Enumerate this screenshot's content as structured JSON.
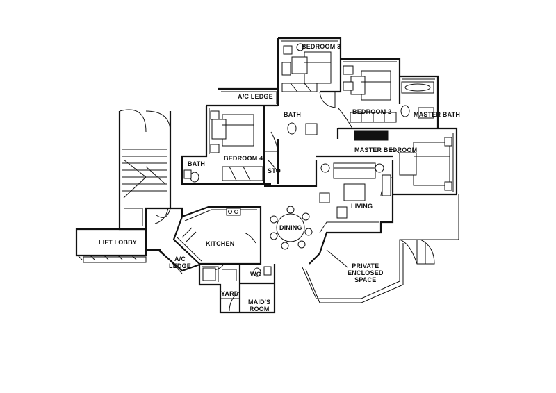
{
  "plan": {
    "rooms": {
      "bedroom3": "BEDROOM 3",
      "bedroom2": "BEDROOM 2",
      "master_bath": "MASTER BATH",
      "ac_ledge_top": "A/C LEDGE",
      "bath_upper": "BATH",
      "bedroom4": "BEDROOM 4",
      "bath_left": "BATH",
      "sto": "STO",
      "master_bedroom": "MASTER BEDROOM",
      "living": "LIVING",
      "dining": "DINING",
      "kitchen": "KITCHEN",
      "lift_lobby": "LIFT LOBBY",
      "ac_ledge_bottom": "A/C\nLEDGE",
      "wc": "WC",
      "yard": "YARD",
      "maids_room": "MAID'S\nROOM",
      "private_space": "PRIVATE\nENCLOSED\nSPACE"
    },
    "line_color": "#111111",
    "background": "#ffffff"
  }
}
